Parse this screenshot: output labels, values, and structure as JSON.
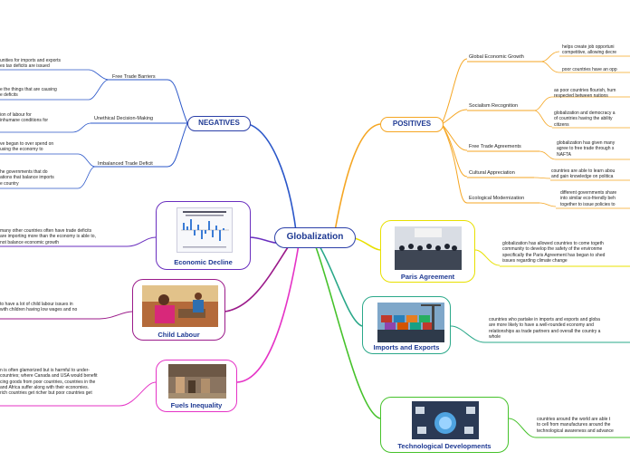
{
  "center": "Globalization",
  "negatives": {
    "label": "NEGATIVES",
    "branches": [
      {
        "label": "Free Trade Barriers",
        "notes": [
          "unities for imports and exports\nes tax deficits are issued",
          "e the things that are causing\ne deficits"
        ]
      },
      {
        "label": "Unethical Decision-Making",
        "notes": [
          "ion of labour for\ninhumane conditions for"
        ]
      },
      {
        "label": "Imbalanced Trade Deficit",
        "notes": [
          "ve began to over spend on\nusing the economy to",
          "he governments that do\nations that balance imports\ne country"
        ]
      }
    ]
  },
  "positives": {
    "label": "POSITIVES",
    "branches": [
      {
        "label": "Global Economic Growth",
        "notes": [
          "helps create job opportuni\ncompetitive, allowing decre",
          "poor countries have an opp"
        ]
      },
      {
        "label": "Socialism Recognition",
        "notes": [
          "as poor countries flourish, hum\nrespected between nations",
          "globalization and democracy a\nof countries having the ability\ncitizens"
        ]
      },
      {
        "label": "Free Trade Agreements",
        "notes": [
          "globalization has given many\nagree to free trade through s\nNAFTA"
        ]
      },
      {
        "label": "Cultural Appreciation",
        "notes": [
          "countries are able to learn abou\nand gain knowledge on politica"
        ]
      },
      {
        "label": "Ecological Modernization",
        "notes": [
          "different governments share\ninto similar eco-friendly beh\ntogether to issue policies to"
        ]
      }
    ]
  },
  "left_cards": [
    {
      "label": "Economic Decline",
      "note": "many other countries often have trade deficits\nare importing more than the economy is able to,\nnot balance economic growth"
    },
    {
      "label": "Child Labour",
      "note": "to have a lot of child labour issues in\nwith children having low wages and no"
    },
    {
      "label": "Fuels Inequality",
      "note": "n is often glamorized but is harmful to under-\ncountries; where Canada and USA would benefit\ncing goods from poor countries, countries in the\nand Africa suffer along with their economies.\nrich countries get richer but poor countries get"
    }
  ],
  "right_cards": [
    {
      "label": "Paris Agreement",
      "note": "globalization has allowed countries to come togeth\ncommunity to develop the safety of the environme\nspecifically the Paris Agreement has began to shed\nissues regarding climate change"
    },
    {
      "label": "Imports and Exports",
      "note": "countries who partake in imports and exports and globa\nare more likely to have a well-rounded economy and\nrelationships as trade partners and overall the country a\nwhole"
    },
    {
      "label": "Technological Developments",
      "note": "countries around the world are able t\nto cell from manufactures around the\ntechnological awareness and advance"
    }
  ],
  "colors": {
    "negatives": "#2b57c9",
    "positives": "#f5a623",
    "economic_decline": "#6a2fbf",
    "child_labour": "#9b1a8a",
    "fuels_inequality": "#e533c6",
    "paris": "#e8e000",
    "imports": "#2aa889",
    "tech": "#46c22b"
  }
}
